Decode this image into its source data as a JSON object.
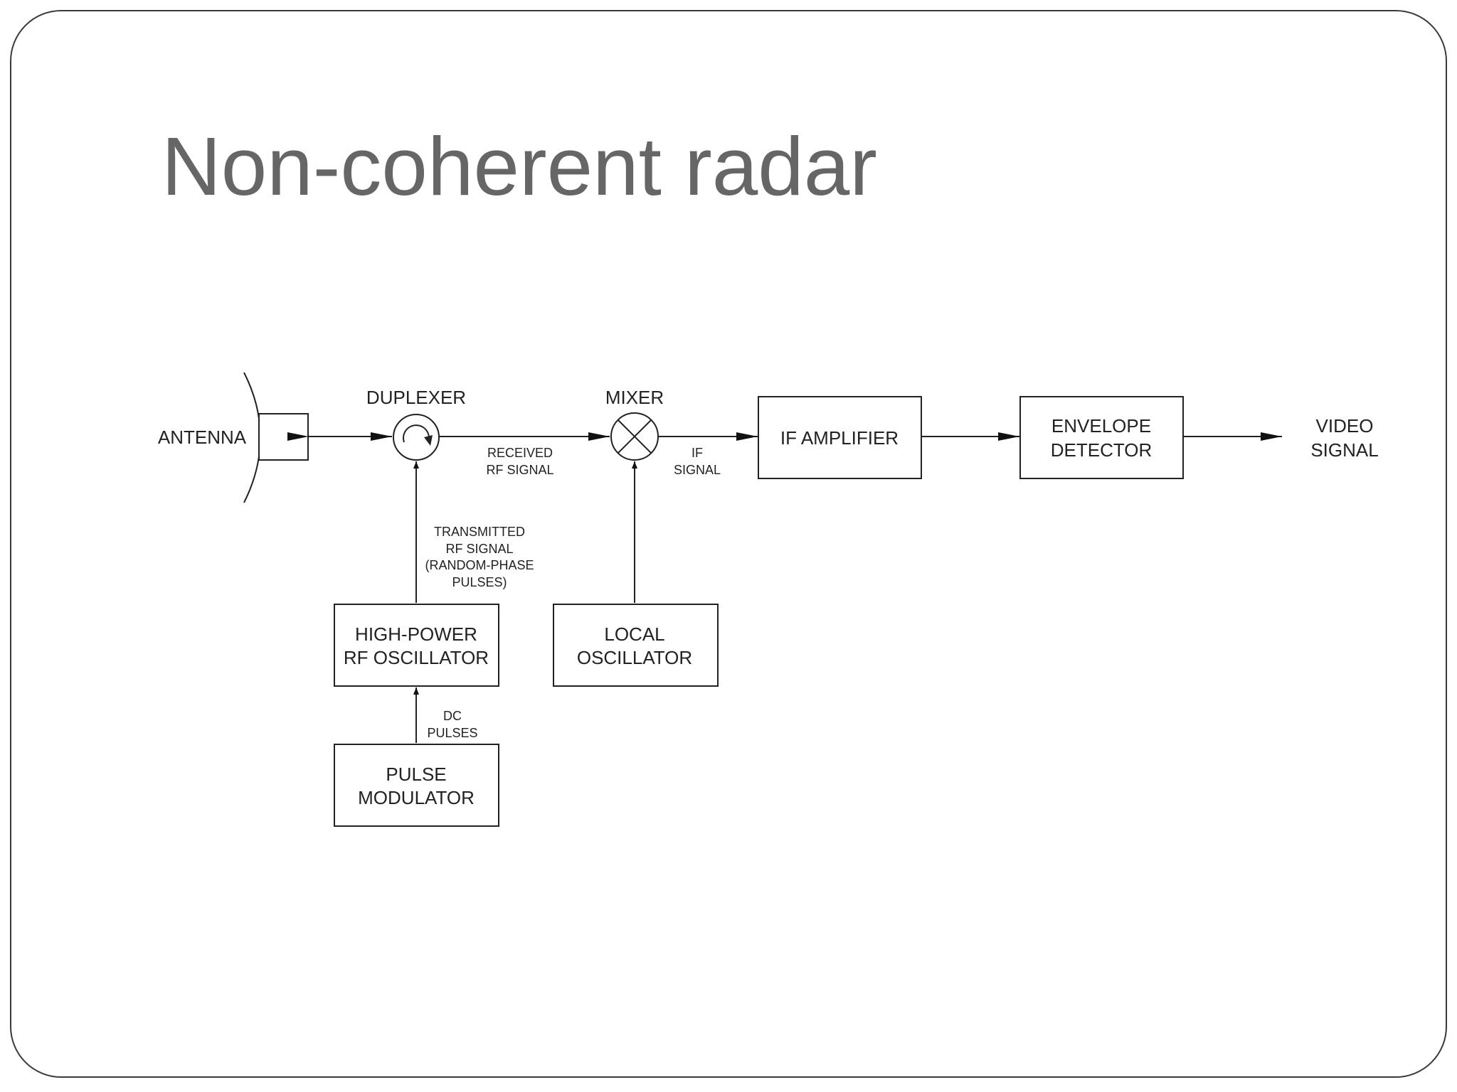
{
  "slide": {
    "title": "Non-coherent radar"
  },
  "diagram": {
    "antenna_label": "ANTENNA",
    "duplexer_label": "DUPLEXER",
    "mixer_label": "MIXER",
    "received_rf_signal": [
      "RECEIVED",
      "RF SIGNAL"
    ],
    "if_signal": [
      "IF",
      "SIGNAL"
    ],
    "if_amplifier": "IF AMPLIFIER",
    "envelope_detector": [
      "ENVELOPE",
      "DETECTOR"
    ],
    "video_signal": [
      "VIDEO",
      "SIGNAL"
    ],
    "transmitted_rf_signal": [
      "TRANSMITTED",
      "RF SIGNAL",
      "(RANDOM-PHASE",
      "PULSES)"
    ],
    "high_power_rf_oscillator": [
      "HIGH-POWER",
      "RF OSCILLATOR"
    ],
    "local_oscillator": [
      "LOCAL",
      "OSCILLATOR"
    ],
    "dc_pulses": [
      "DC",
      "PULSES"
    ],
    "pulse_modulator": [
      "PULSE",
      "MODULATOR"
    ]
  }
}
